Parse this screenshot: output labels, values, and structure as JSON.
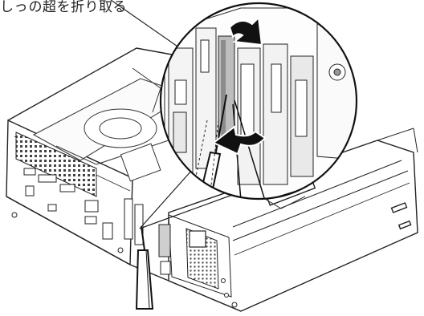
{
  "caption": "しっの超を折り取る",
  "colors": {
    "line": "#222222",
    "arrow": "#111111",
    "panel_light": "#e9e9e9",
    "panel_mid": "#bdbdbd",
    "panel_dark": "#8c8c8c"
  },
  "icons": [
    "curved-arrow-up",
    "curved-arrow-down",
    "screwdriver"
  ]
}
